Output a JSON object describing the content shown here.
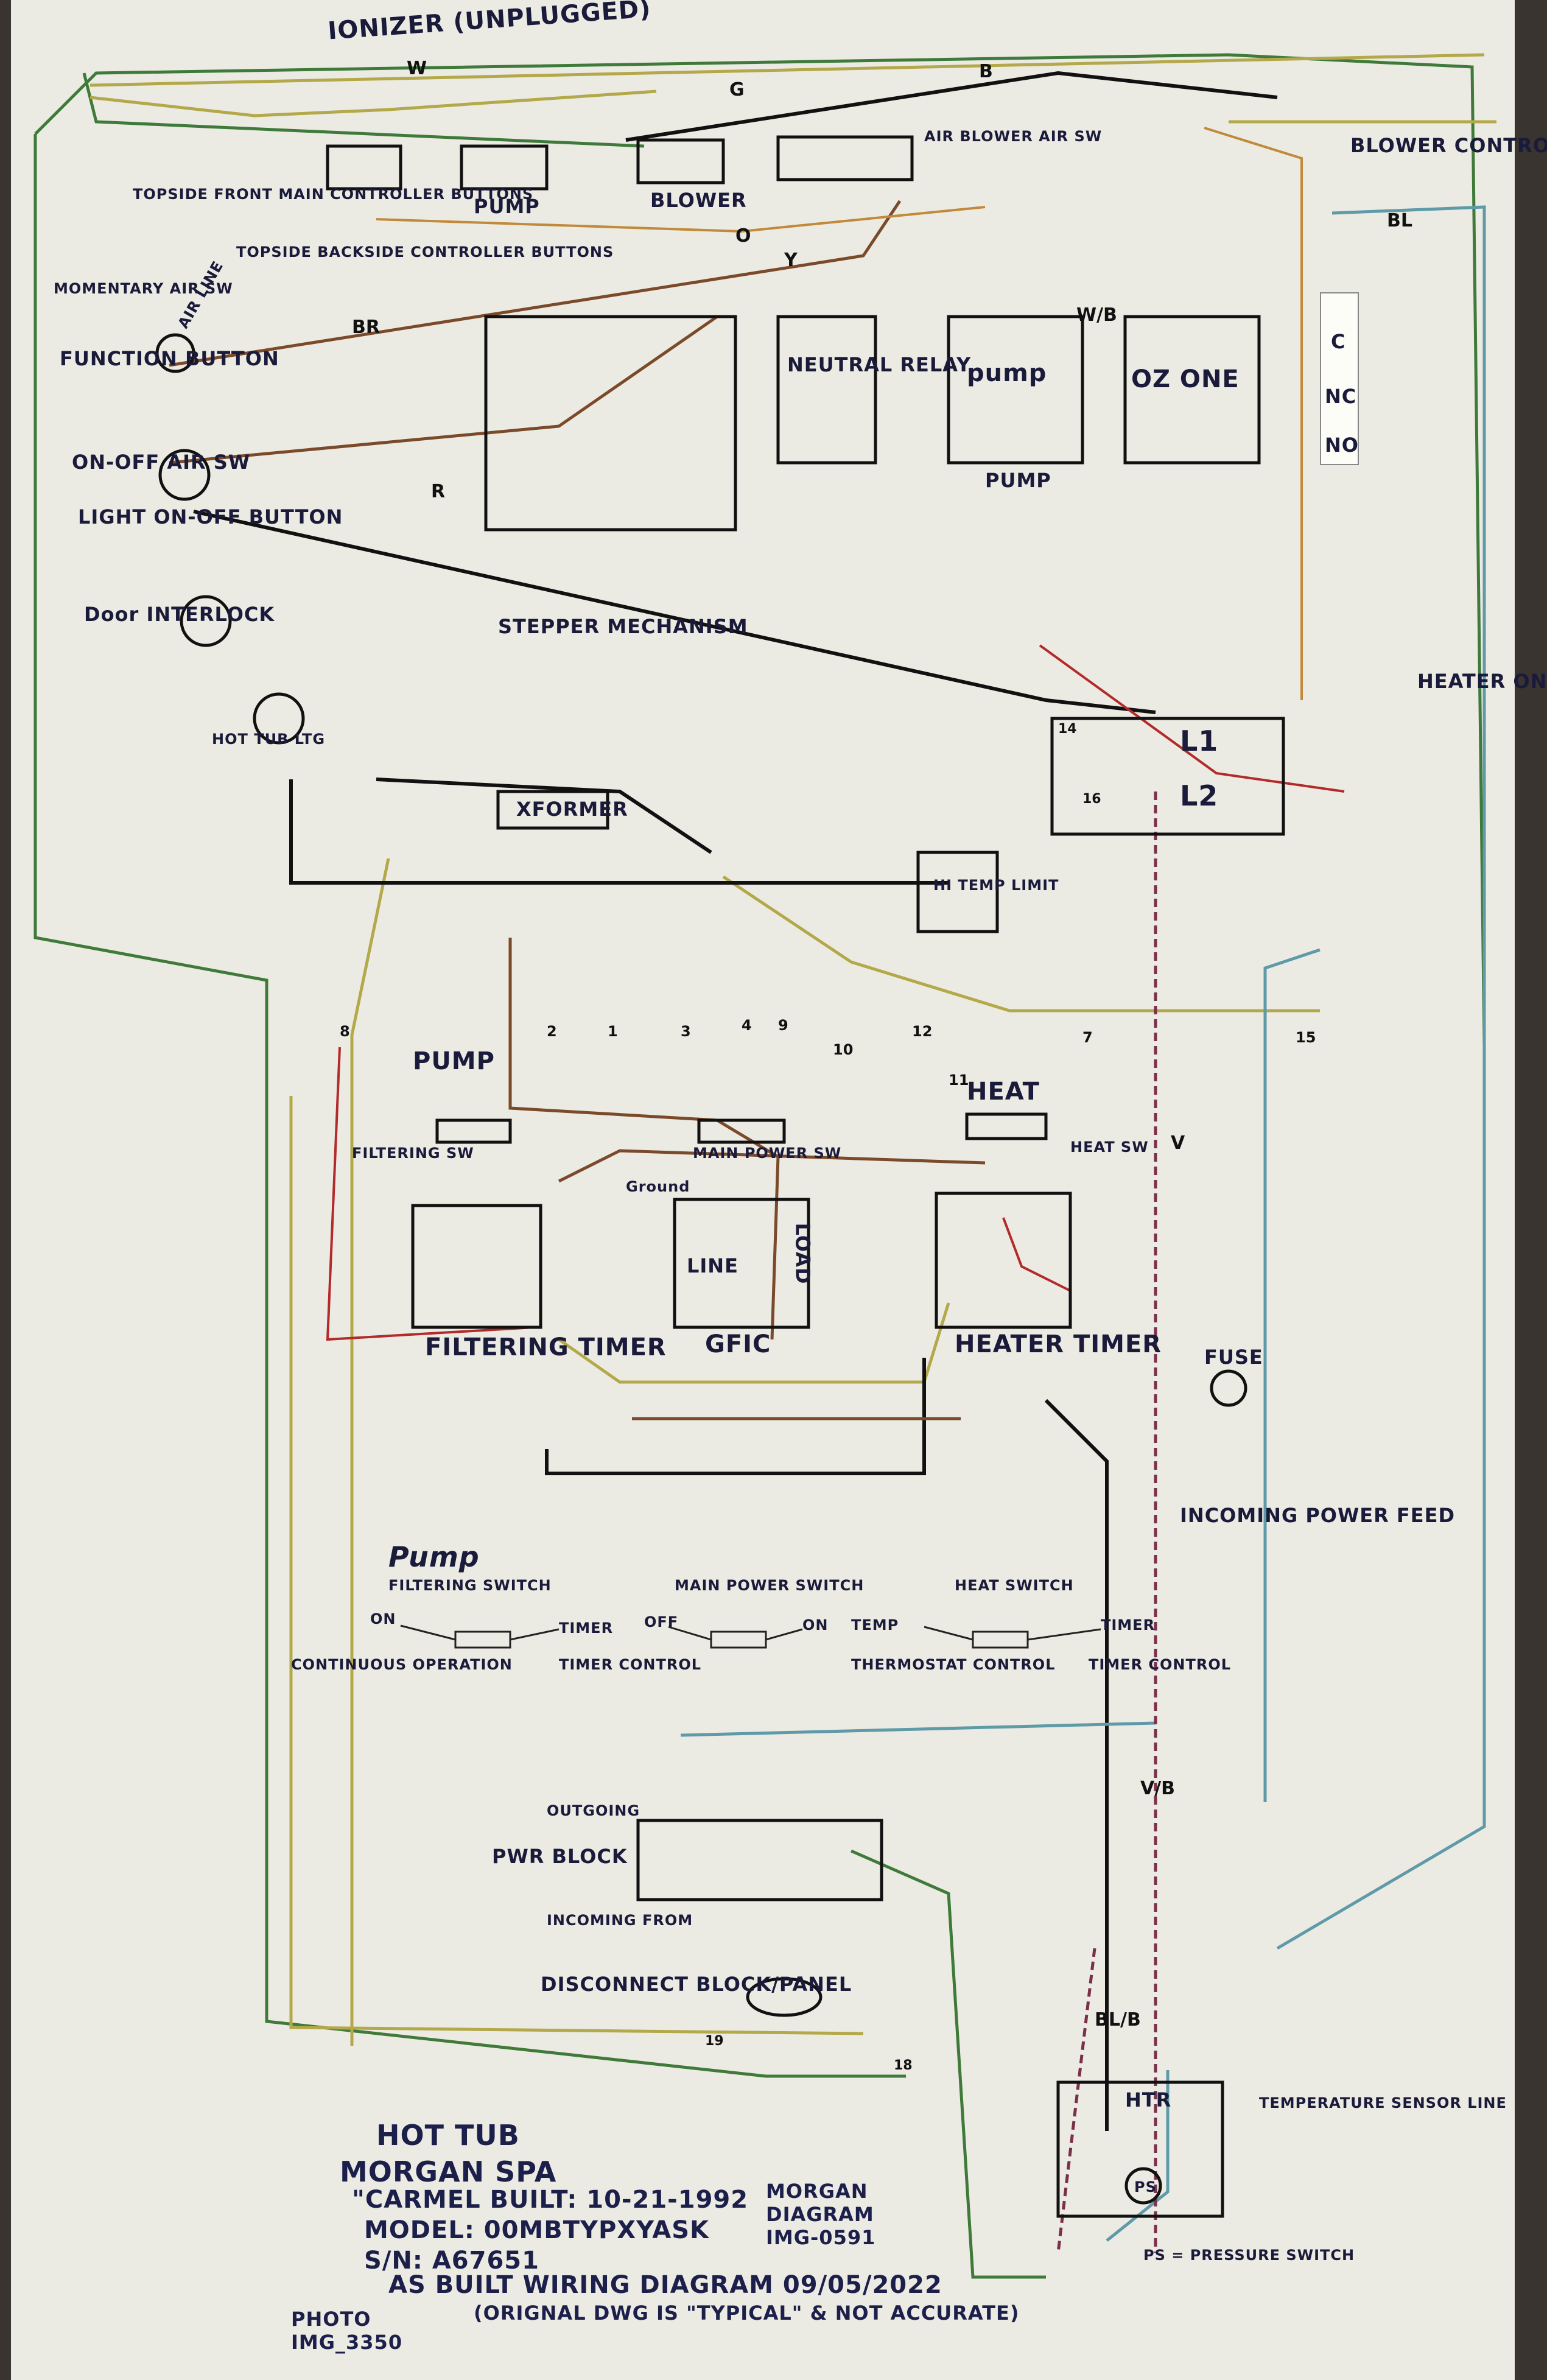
{
  "diagram": {
    "header_note": "IONIZER (UNPLUGGED)",
    "components": {
      "topside_front": "TOPSIDE FRONT MAIN CONTROLLER BUTTONS",
      "topside_back": "TOPSIDE BACKSIDE CONTROLLER BUTTONS",
      "momentary_air": "MOMENTARY AIR SW",
      "air_line": "AIR LINE",
      "function_button": "FUNCTION BUTTON",
      "onoff_air": "ON-OFF AIR SW",
      "light_button": "LIGHT ON-OFF BUTTON",
      "door_interlock": "Door INTERLOCK",
      "hot_tub_ltg": "HOT TUB LTG",
      "pump_top": "PUMP",
      "blower_top": "BLOWER",
      "air_blower_sw": "AIR BLOWER AIR SW",
      "blower_controller": "BLOWER CONTROLLER",
      "neutral_relay": "NEUTRAL RELAY",
      "pump_relay": "pump",
      "ozone": "OZ ONE",
      "pump_sub": "PUMP",
      "stepper": "STEPPER MECHANISM",
      "xformer": "XFORMER",
      "hi_temp_limit": "HI TEMP LIMIT",
      "heater_on_light": "HEATER ON LIGHT",
      "l1": "L1",
      "l2": "L2",
      "pump_mid": "PUMP",
      "heat_mid": "HEAT",
      "filtering_sw": "FILTERING SW",
      "main_power_sw": "MAIN POWER SW",
      "heat_sw": "HEAT SW",
      "ground": "Ground",
      "filtering_timer": "FILTERING TIMER",
      "gfic": "GFIC",
      "line": "LINE",
      "load": "LOAD",
      "heater_timer": "HEATER TIMER",
      "fuse": "FUSE",
      "incoming_power": "INCOMING POWER FEED",
      "outgoing": "OUTGOING",
      "pwr_block": "PWR BLOCK",
      "incoming_from": "INCOMING FROM",
      "disconnect": "DISCONNECT BLOCK/PANEL",
      "htr": "HTR",
      "temp_sensor": "TEMPERATURE SENSOR LINE",
      "ps": "PS",
      "ps_note": "PS = PRESSURE SWITCH"
    },
    "switch_legend": {
      "pump_script": "Pump",
      "filtering_switch": "FILTERING SWITCH",
      "main_power_switch": "MAIN POWER SWITCH",
      "heat_switch": "HEAT SWITCH",
      "on": "ON",
      "timer": "TIMER",
      "continuous": "CONTINUOUS OPERATION",
      "timer_control": "TIMER CONTROL",
      "off": "OFF",
      "on2": "ON",
      "temp": "TEMP",
      "timer2": "TIMER",
      "thermostat_control": "THERMOSTAT CONTROL",
      "timer_control2": "TIMER CONTROL"
    },
    "relay_legend": [
      "C",
      "NC",
      "NO"
    ],
    "title_block": {
      "line1": "HOT TUB",
      "line2": "MORGAN SPA",
      "line3": "\"CARMEL   BUILT: 10-21-1992",
      "line3b": "MORGAN DIAGRAM IMG-0591",
      "line4": "MODEL: 00MBTYPXYASK",
      "line5": "S/N: A67651",
      "line6": "AS BUILT WIRING DIAGRAM   09/05/2022",
      "line7": "(ORIGNAL DWG IS \"TYPICAL\" & NOT ACCURATE)",
      "photo": "PHOTO IMG_3350"
    },
    "wire_codes": {
      "W": "W",
      "B": "B",
      "G": "G",
      "BR": "BR",
      "BL": "BL",
      "R": "R",
      "O": "O",
      "Y": "Y",
      "WB": "W/B",
      "VB": "V/B",
      "BLB": "BL/B",
      "V": "V"
    },
    "colors": {
      "G": "#3f7a3a",
      "W": "#b3a84a",
      "B": "#111111",
      "BR": "#7a4a2a",
      "BL": "#5f9aa8",
      "R": "#b22a2a",
      "O": "#c08a3a",
      "Y": "#c9b23a",
      "V": "#7a2f4a"
    },
    "terminal_numbers": [
      "8",
      "2",
      "1",
      "3",
      "4",
      "9",
      "10",
      "12",
      "7",
      "11",
      "15",
      "14",
      "16",
      "19",
      "18"
    ]
  }
}
